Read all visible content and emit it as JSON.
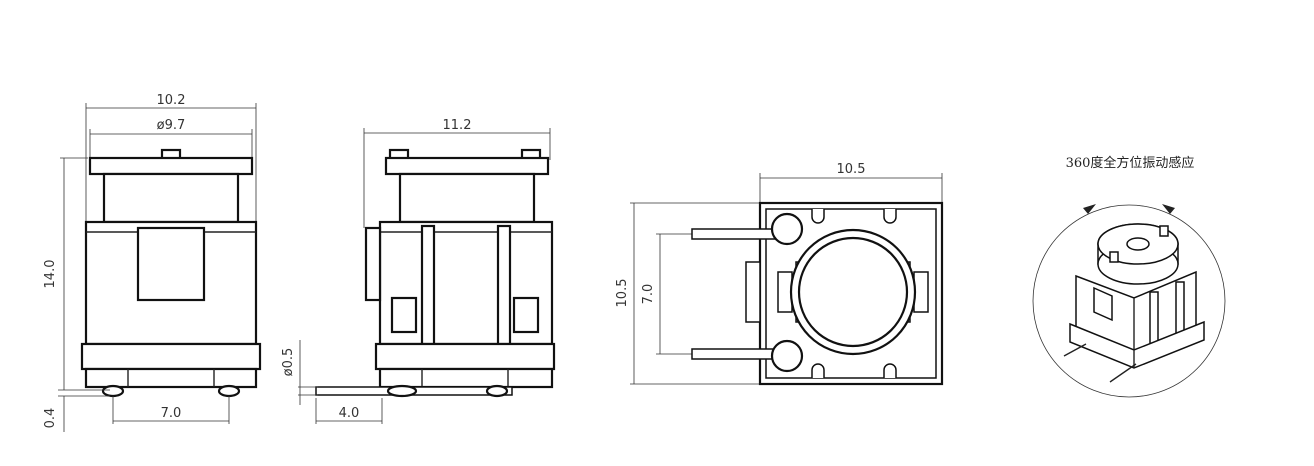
{
  "views": {
    "front": {
      "dim_top_outer": "10.2",
      "dim_top_inner": "ø9.7",
      "dim_height": "14.0",
      "dim_offset": "0.4",
      "dim_pin_pitch": "7.0"
    },
    "side": {
      "dim_width": "11.2",
      "dim_pin_dia": "ø0.5",
      "dim_pin_len": "4.0"
    },
    "bottom": {
      "dim_width": "10.5",
      "dim_height": "10.5",
      "dim_pin_pitch": "7.0"
    },
    "iso": {
      "caption": "360度全方位振动感应"
    }
  }
}
